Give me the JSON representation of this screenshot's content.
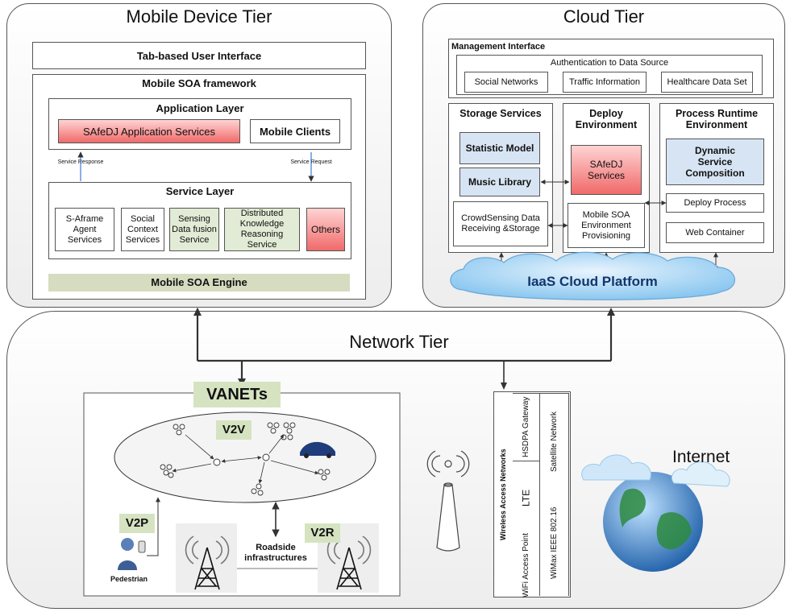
{
  "mobile_tier": {
    "title": "Mobile Device Tier",
    "tab_ui": "Tab-based User Interface",
    "framework_title": "Mobile SOA framework",
    "application_layer": {
      "title": "Application Layer",
      "safedj_services": "SAfeDJ Application Services",
      "mobile_clients": "Mobile Clients"
    },
    "service_response": "Service Response",
    "service_request": "Service Request",
    "service_layer": {
      "title": "Service Layer",
      "items": [
        "S-Aframe Agent Services",
        "Social Context Services",
        "Sensing Data fusion Service",
        "Distributed Knowledge Reasoning Service",
        "Others"
      ]
    },
    "engine": "Mobile SOA Engine"
  },
  "cloud_tier": {
    "title": "Cloud Tier",
    "management_interface": "Management Interface",
    "auth_title": "Authentication to Data Source",
    "data_sources": [
      "Social Networks",
      "Traffic Information",
      "Healthcare Data Set"
    ],
    "storage": {
      "title": "Storage Services",
      "statistic_model": "Statistic Model",
      "music_library": "Music Library",
      "crowdsensing": "CrowdSensing Data Receiving &Storage"
    },
    "deploy": {
      "title": "Deploy Environment",
      "safedj_services": "SAfeDJ Services",
      "mobile_soa_env": "Mobile SOA Environment Provisioning"
    },
    "runtime": {
      "title": "Process Runtime Environment",
      "dynamic_composition": "Dynamic Service Composition",
      "deploy_process": "Deploy Process",
      "web_container": "Web Container"
    },
    "iaas": "IaaS Cloud Platform"
  },
  "network_tier": {
    "title": "Network Tier",
    "vanets": "VANETs",
    "v2v": "V2V",
    "v2p": "V2P",
    "v2r": "V2R",
    "roadside": "Roadside infrastructures",
    "pedestrian": "Pedestrian",
    "wireless_title": "Wireless Access Networks",
    "wireless_cells": [
      "HSDPA Gateway",
      "Satellite Network",
      "LTE",
      "WiFi Access Point",
      "WiMax IEEE 802.16"
    ],
    "internet": "Internet"
  },
  "colors": {
    "accent_red": "#f06a6a",
    "accent_blue": "#d7e4f3",
    "accent_green": "#e2ebd5",
    "engine_bar": "#d6dcc0"
  }
}
